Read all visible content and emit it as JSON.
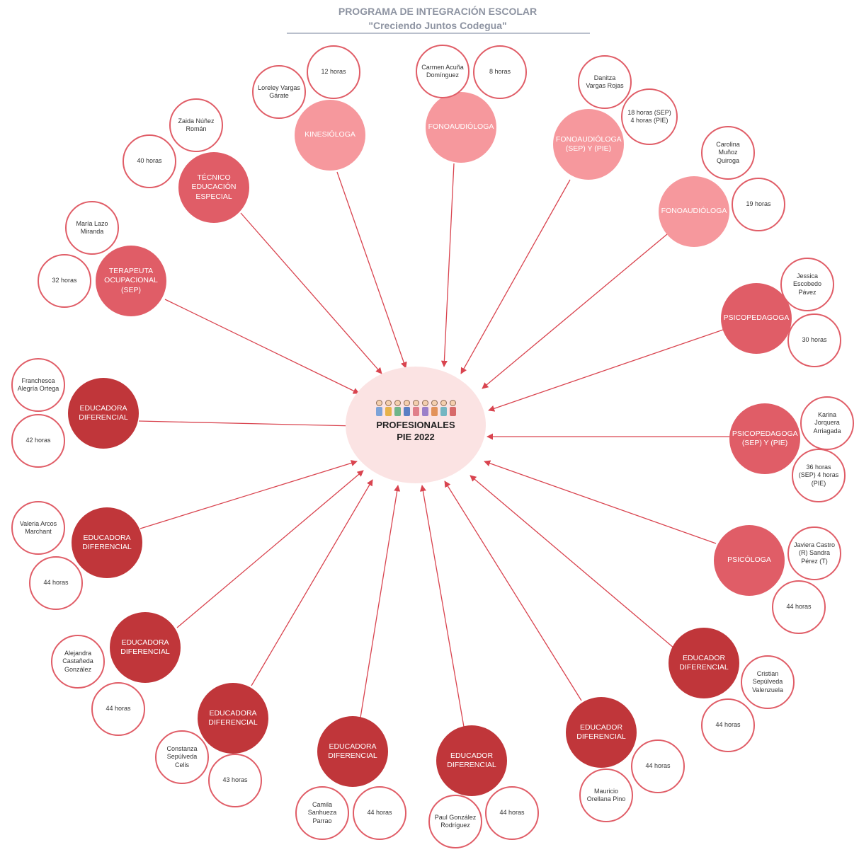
{
  "header": {
    "title": "PROGRAMA DE INTEGRACIÓN ESCOLAR",
    "subtitle": "\"Creciendo Juntos Codegua\""
  },
  "center": {
    "label_line1": "PROFESIONALES",
    "label_line2": "PIE 2022",
    "illustration": "children-group-illustration"
  },
  "colors": {
    "dark_red": "#c0363a",
    "medium_red": "#e05d67",
    "light_pink": "#f6989d",
    "center_fill": "#fbe3e3",
    "arrow": "#d9444f"
  },
  "professionals": [
    {
      "role": "KINESIÓLOGA",
      "name": "Loreley Vargas Gárate",
      "hours": "12 horas",
      "shade": "light"
    },
    {
      "role": "FONOAUDIÓLOGA",
      "name": "Carmen Acuña Domínguez",
      "hours": "8 horas",
      "shade": "light"
    },
    {
      "role": "FONOAUDIÓLOGA (SEP) Y (PIE)",
      "name": "Danitza Vargas Rojas",
      "hours": "18 horas (SEP) 4 horas (PIE)",
      "shade": "light"
    },
    {
      "role": "FONOAUDIÓLOGA",
      "name": "Carolina Muñoz Quiroga",
      "hours": "19 horas",
      "shade": "light"
    },
    {
      "role": "PSICOPEDAGOGA",
      "name": "Jessica Escobedo Pávez",
      "hours": "30 horas",
      "shade": "medium"
    },
    {
      "role": "PSICOPEDAGOGA (SEP) Y (PIE)",
      "name": "Karina Jorquera Arriagada",
      "hours": "36 horas (SEP) 4 horas (PIE)",
      "shade": "medium"
    },
    {
      "role": "PSICÓLOGA",
      "name": "Javiera Castro (R) Sandra Pérez (T)",
      "hours": "44 horas",
      "shade": "medium"
    },
    {
      "role": "EDUCADOR DIFERENCIAL",
      "name": "Cristian Sepúlveda Valenzuela",
      "hours": "44 horas",
      "shade": "dark"
    },
    {
      "role": "EDUCADOR DIFERENCIAL",
      "name": "Mauricio Orellana Pino",
      "hours": "44 horas",
      "shade": "dark"
    },
    {
      "role": "EDUCADOR DIFERENCIAL",
      "name": "Paul González Rodríguez",
      "hours": "44 horas",
      "shade": "dark"
    },
    {
      "role": "EDUCADORA DIFERENCIAL",
      "name": "Camila Sanhueza Parrao",
      "hours": "44 horas",
      "shade": "dark"
    },
    {
      "role": "EDUCADORA DIFERENCIAL",
      "name": "Constanza Sepúlveda Celis",
      "hours": "43 horas",
      "shade": "dark"
    },
    {
      "role": "EDUCADORA DIFERENCIAL",
      "name": "Alejandra Castañeda González",
      "hours": "44 horas",
      "shade": "dark"
    },
    {
      "role": "EDUCADORA DIFERENCIAL",
      "name": "Valeria Arcos Marchant",
      "hours": "44 horas",
      "shade": "dark"
    },
    {
      "role": "EDUCADORA DIFERENCIAL",
      "name": "Franchesca Alegría Ortega",
      "hours": "42 horas",
      "shade": "dark"
    },
    {
      "role": "TERAPEUTA OCUPACIONAL (SEP)",
      "name": "María Lazo Miranda",
      "hours": "32 horas",
      "shade": "medium"
    },
    {
      "role": "TÉCNICO EDUCACIÓN ESPECIAL",
      "name": "Zaida Núñez Román",
      "hours": "40 horas",
      "shade": "medium"
    }
  ]
}
